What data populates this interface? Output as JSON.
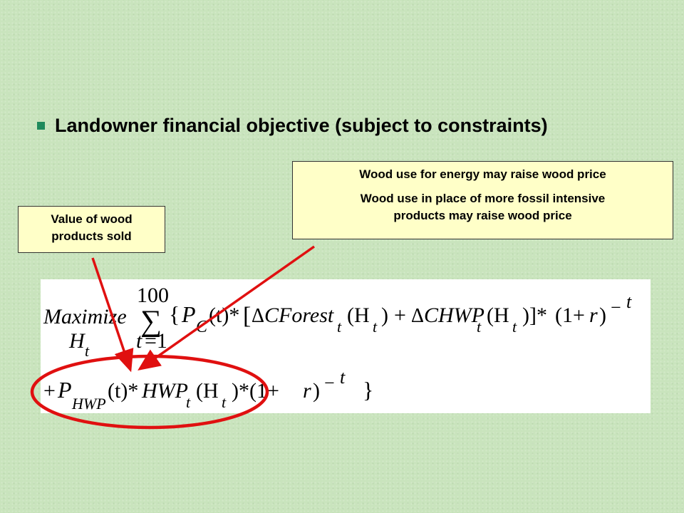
{
  "slide": {
    "bullet_text": "Landowner financial objective  (subject to constraints)",
    "callout_left": {
      "line1": "Value of wood",
      "line2": "products sold"
    },
    "callout_right": {
      "line1": "Wood use for energy may raise wood price",
      "line2a": "Wood use in place of more fossil intensive",
      "line2b": "products may raise wood price"
    },
    "formula": {
      "maximize": "Maximize",
      "H": "H",
      "t": "t",
      "sum_upper": "100",
      "sum_symbol": "∑",
      "sum_lower_t": "t",
      "sum_lower_eq": "=1",
      "brace_open": "{",
      "P": "P",
      "C": "C",
      "times_t_paren": "(t)*",
      "bracket_open": "[",
      "delta": "Δ",
      "cforest": "CForest",
      "paren_H_open": "(H",
      "paren_close": ")",
      "plus": "+",
      "chwp": "CHWP",
      "close_bracket_star": ")]*",
      "one_plus_r": "(1+",
      "r": "r",
      "minus": "−",
      "HWP_sub": "HWP",
      "star": "*",
      "HWP": "HWP",
      "brace_close": "}",
      "star_paren": ")*(1+"
    },
    "colors": {
      "background": "#c9e4bd",
      "callout_fill": "#ffffc8",
      "bullet": "#1f8a5c",
      "annotation_red": "#e01010"
    }
  }
}
